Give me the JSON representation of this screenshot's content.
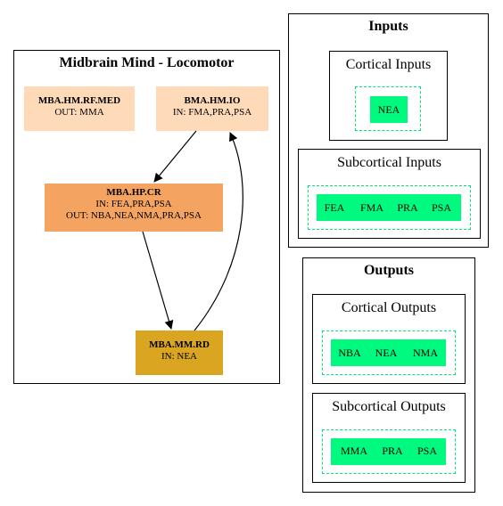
{
  "midbrain": {
    "title": "Midbrain Mind - Locomotor",
    "nodes": {
      "rf_med": {
        "name": "MBA.HM.RF.MED",
        "line1": "OUT: MMA",
        "color": "#ffdab9"
      },
      "io": {
        "name": "BMA.HM.IO",
        "line1": "IN: FMA,PRA,PSA",
        "color": "#ffdab9"
      },
      "cr": {
        "name": "MBA.HP.CR",
        "line1": "IN: FEA,PRA,PSA",
        "line2": "OUT: NBA,NEA,NMA,PRA,PSA",
        "color": "#f4a460"
      },
      "rd": {
        "name": "MBA.MM.RD",
        "line1": "IN: NEA",
        "color": "#daa520"
      }
    }
  },
  "inputs": {
    "title": "Inputs",
    "cortical": {
      "title": "Cortical Inputs",
      "items": [
        "NEA"
      ]
    },
    "subcortical": {
      "title": "Subcortical Inputs",
      "items": [
        "FEA",
        "FMA",
        "PRA",
        "PSA"
      ]
    }
  },
  "outputs": {
    "title": "Outputs",
    "cortical": {
      "title": "Cortical Outputs",
      "items": [
        "NBA",
        "NEA",
        "NMA"
      ]
    },
    "subcortical": {
      "title": "Subcortical Outputs",
      "items": [
        "MMA",
        "PRA",
        "PSA"
      ]
    }
  },
  "colors": {
    "accent_green": "#00fa7f",
    "dash_green": "#00e676"
  }
}
